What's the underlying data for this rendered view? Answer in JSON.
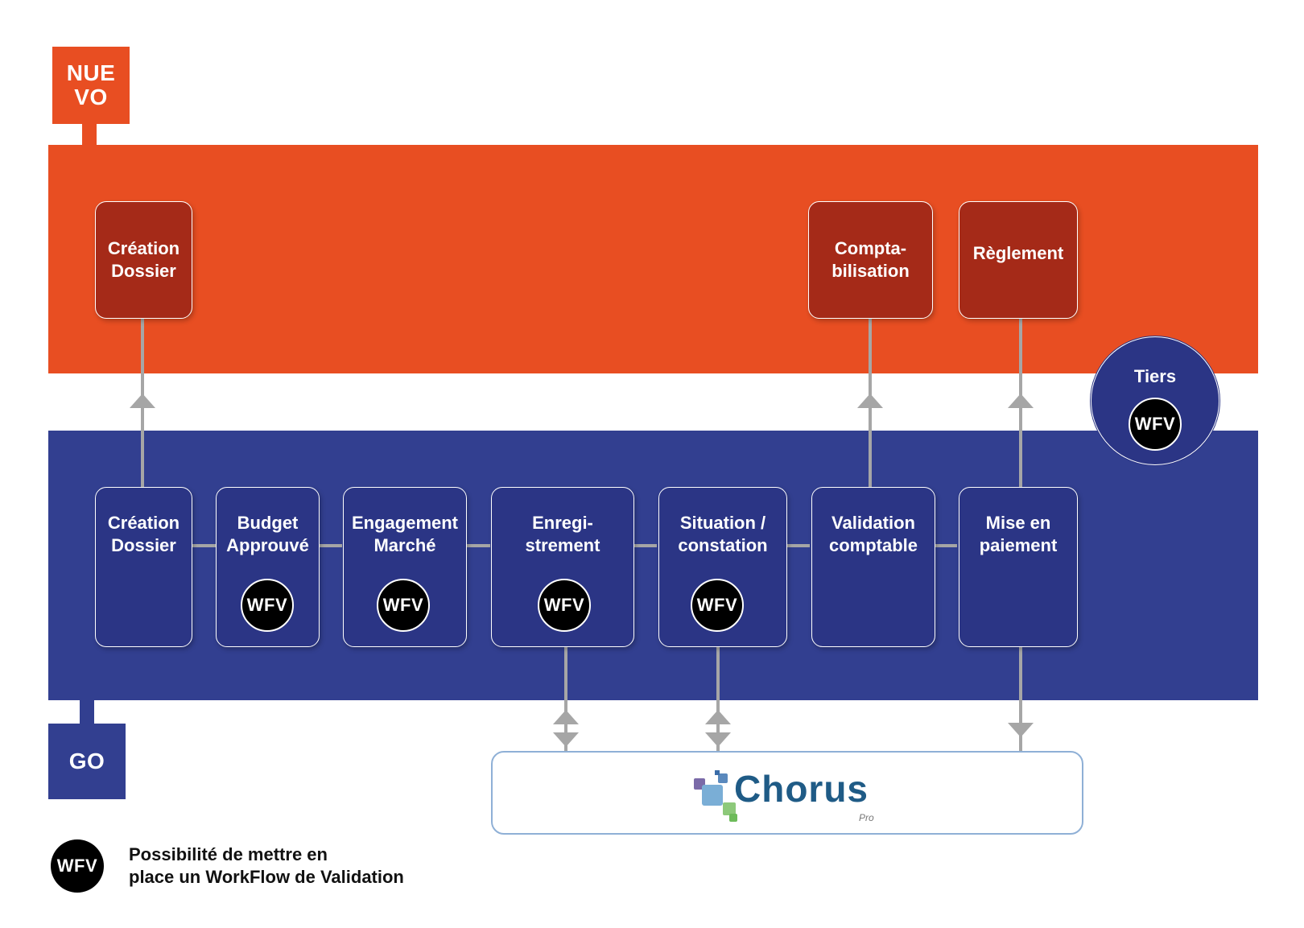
{
  "labels": {
    "nuevo_tag": "NUE\nVO",
    "go_tag": "GO"
  },
  "top_row": [
    {
      "label": "Création\nDossier"
    },
    {
      "label": "Compta-\nbilisation"
    },
    {
      "label": "Règlement"
    }
  ],
  "bottom_row": [
    {
      "label": "Création\nDossier",
      "wfv": false
    },
    {
      "label": "Budget\nApprouvé",
      "wfv": true
    },
    {
      "label": "Engagement\nMarché",
      "wfv": true
    },
    {
      "label": "Enregi-\nstrement",
      "wfv": true
    },
    {
      "label": "Situation /\nconstation",
      "wfv": true
    },
    {
      "label": "Validation\ncomptable",
      "wfv": false
    },
    {
      "label": "Mise en\npaiement",
      "wfv": false
    }
  ],
  "tiers": {
    "label": "Tiers",
    "badge": "WFV"
  },
  "wfv_badge": "WFV",
  "chorus": {
    "word": "Chorus",
    "sub": "Pro"
  },
  "legend": {
    "badge": "WFV",
    "text": "Possibilité de mettre en\nplace un WorkFlow de Validation"
  },
  "colors": {
    "orange": "#e84e22",
    "blue": "#323f90",
    "dark_red": "#a52a18",
    "dark_blue": "#2b3585",
    "connector": "#a6a6a6"
  }
}
